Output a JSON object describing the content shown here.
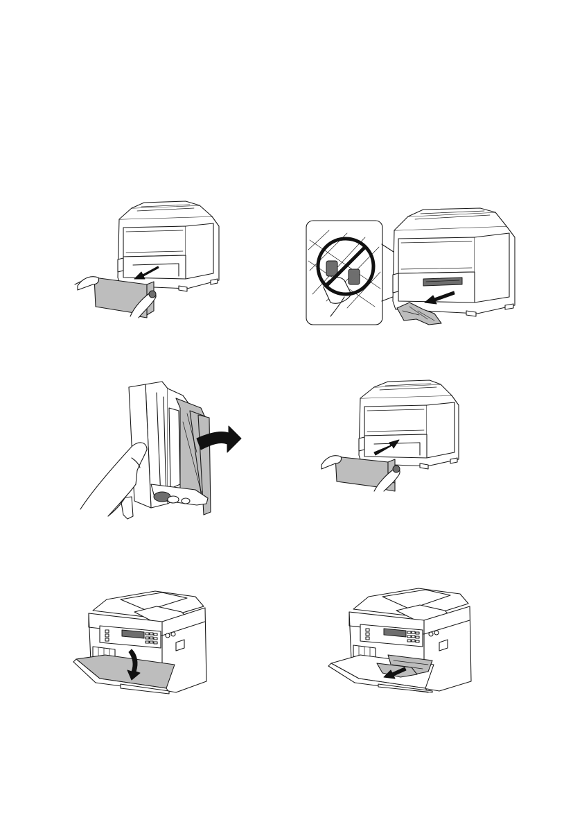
{
  "document": {
    "figures": [
      {
        "id": "fig-1",
        "icon": "remove-rear-unit-illustration"
      },
      {
        "id": "fig-2",
        "icon": "do-not-touch-rollers-illustration"
      },
      {
        "id": "fig-3",
        "icon": "remove-paper-from-unit-illustration"
      },
      {
        "id": "fig-4",
        "icon": "reinsert-rear-unit-illustration"
      },
      {
        "id": "fig-5",
        "icon": "open-front-cover-illustration"
      },
      {
        "id": "fig-6",
        "icon": "pull-out-jammed-paper-illustration"
      }
    ]
  }
}
